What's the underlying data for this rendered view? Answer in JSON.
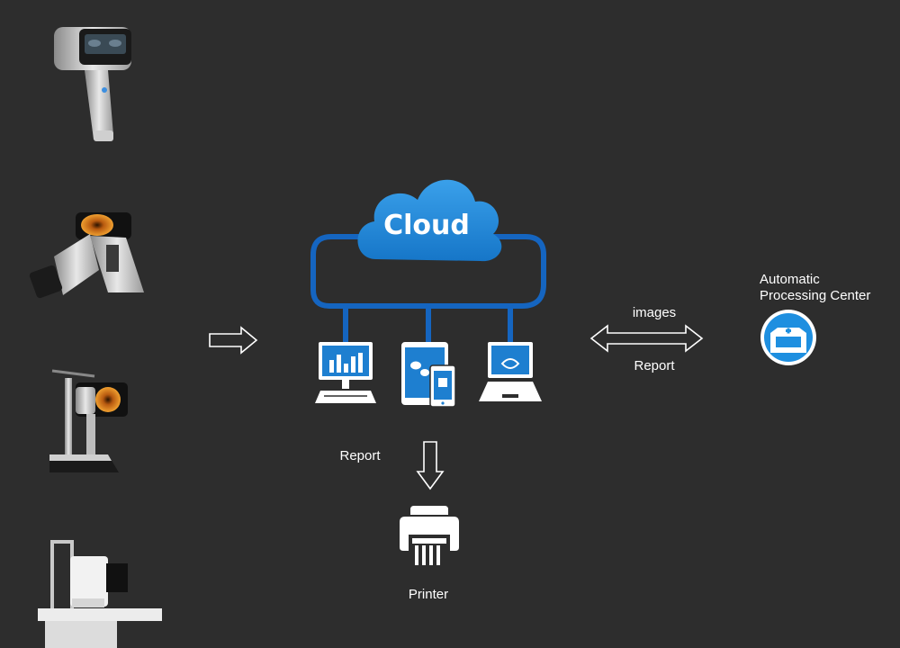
{
  "cloud": {
    "label": "Cloud"
  },
  "center": {
    "line1": "Automatic",
    "line2": "Processing Center"
  },
  "arrows": {
    "top_label": "images",
    "bottom_label": "Report"
  },
  "printer": {
    "report_label": "Report",
    "label": "Printer"
  },
  "devices": [
    {
      "name": "handheld-fundus-camera"
    },
    {
      "name": "handheld-imaging-device"
    },
    {
      "name": "slit-lamp-device"
    },
    {
      "name": "desktop-fundus-camera"
    }
  ],
  "colors": {
    "background": "#2d2d2d",
    "cloud": "#1f88d6",
    "connector": "#1565c0",
    "screen": "#1e7fd0"
  }
}
